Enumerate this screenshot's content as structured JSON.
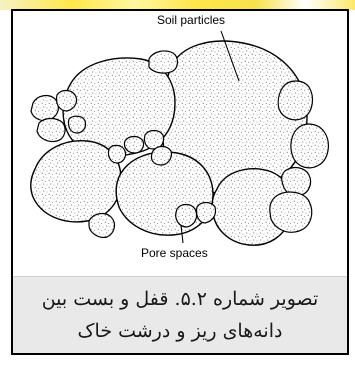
{
  "diagram": {
    "top_label": "Soil particles",
    "bottom_label": "Pore spaces"
  },
  "caption": {
    "line1": "تصویر شماره ۵.۲. قفل و بست بین",
    "line2": "دانه‌های ریز و درشت خاک"
  },
  "colors": {
    "stripe_yellow": "#ffe84a",
    "caption_background": "#e9e9e9",
    "outline": "#000000"
  }
}
